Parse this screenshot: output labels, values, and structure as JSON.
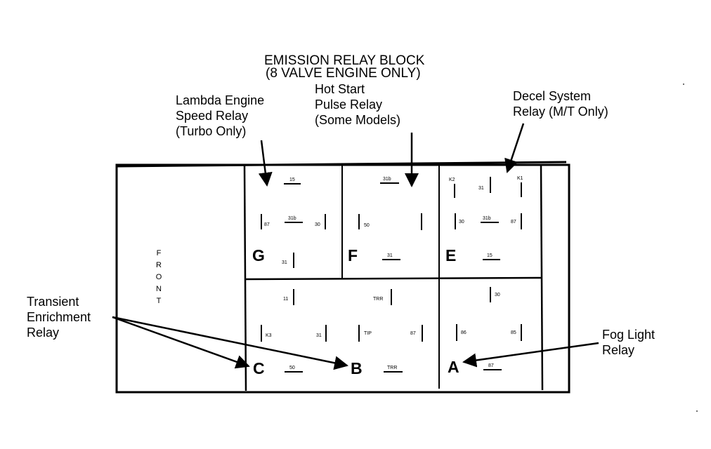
{
  "title": {
    "line1": "EMISSION RELAY BLOCK",
    "line2": "(8 VALVE ENGINE ONLY)"
  },
  "front_label": [
    "F",
    "R",
    "O",
    "N",
    "T"
  ],
  "callouts": {
    "lambda": [
      "Lambda Engine",
      "Speed Relay",
      "(Turbo Only)"
    ],
    "hot_start": [
      "Hot Start",
      "Pulse Relay",
      "(Some Models)"
    ],
    "decel": [
      "Decel System",
      "Relay (M/T Only)"
    ],
    "transient": [
      "Transient",
      "Enrichment",
      "Relay"
    ],
    "fog": [
      "Fog Light",
      "Relay"
    ]
  },
  "relays": {
    "G": {
      "letter": "G",
      "terminals": [
        "15",
        "87",
        "31b",
        "30",
        "31"
      ]
    },
    "F": {
      "letter": "F",
      "terminals": [
        "31b",
        "50",
        "31"
      ]
    },
    "E": {
      "letter": "E",
      "terminals": [
        "K2",
        "31",
        "K1",
        "30",
        "31b",
        "87",
        "15"
      ]
    },
    "C": {
      "letter": "C",
      "terminals": [
        "11",
        "K3",
        "31",
        "50"
      ]
    },
    "B": {
      "letter": "B",
      "terminals": [
        "TRR",
        "TIP",
        "87",
        "TRR"
      ]
    },
    "A": {
      "letter": "A",
      "terminals": [
        "30",
        "86",
        "85",
        "87"
      ]
    }
  }
}
